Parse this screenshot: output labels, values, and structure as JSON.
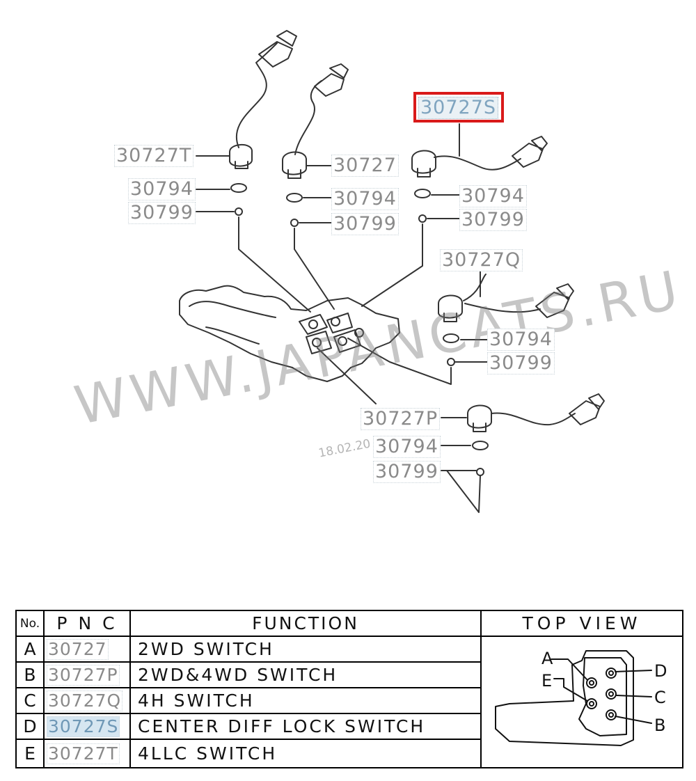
{
  "diagram": {
    "selected_label": "30727S",
    "labels": {
      "p_30727T": "30727T",
      "p_30727": "30727",
      "p_30727S": "30727S",
      "p_30727Q": "30727Q",
      "p_30727P": "30727P",
      "g1_30794": "30794",
      "g1_30799": "30799",
      "g2_30794": "30794",
      "g2_30799": "30799",
      "g3_30794": "30794",
      "g3_30799": "30799",
      "g4_30794": "30794",
      "g4_30799": "30799",
      "g5_30794": "30794",
      "g5_30799": "30799"
    },
    "watermark": "WWW.JAPANCATS.RU",
    "date_stamp": "18.02.20"
  },
  "table": {
    "headers": {
      "no": "No.",
      "pnc": "P N C",
      "function": "FUNCTION",
      "top_view": "TOP VIEW"
    },
    "rows": [
      {
        "no": "A",
        "pnc": "30727",
        "function": "2WD SWITCH"
      },
      {
        "no": "B",
        "pnc": "30727P",
        "function": "2WD&4WD SWITCH"
      },
      {
        "no": "C",
        "pnc": "30727Q",
        "function": "4H SWITCH"
      },
      {
        "no": "D",
        "pnc": "30727S",
        "function": "CENTER DIFF LOCK SWITCH"
      },
      {
        "no": "E",
        "pnc": "30727T",
        "function": "4LLC SWITCH"
      }
    ],
    "top_view_letters": {
      "a": "A",
      "b": "B",
      "c": "C",
      "d": "D",
      "e": "E"
    }
  },
  "colors": {
    "highlight_frame": "#d91a1a",
    "label_text": "#8a8a8a",
    "selected_label": "#7fa4bf"
  }
}
